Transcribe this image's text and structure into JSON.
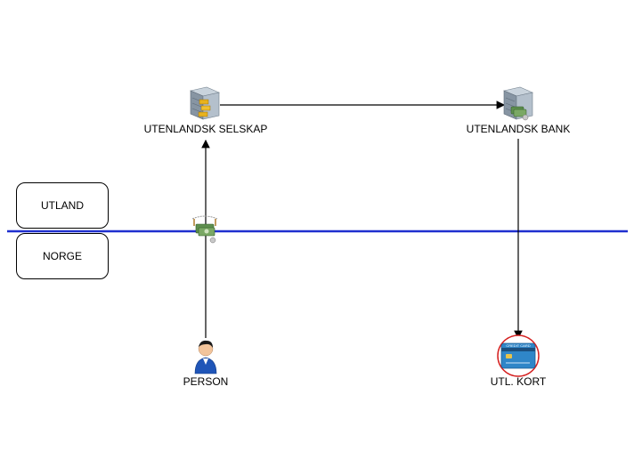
{
  "regions": {
    "top_label": "UTLAND",
    "bottom_label": "NORGE"
  },
  "nodes": {
    "foreign_company": {
      "label": "UTENLANDSK SELSKAP",
      "icon": "server-building-gold-icon"
    },
    "foreign_bank": {
      "label": "UTENLANDSK BANK",
      "icon": "bank-building-money-icon"
    },
    "person": {
      "label": "PERSON",
      "icon": "person-icon"
    },
    "foreign_card": {
      "label": "UTL. KORT",
      "icon": "credit-card-icon"
    },
    "transfer": {
      "icon": "money-transfer-icon"
    }
  },
  "colors": {
    "border_line": "#1f2fcf",
    "arrow": "#000000",
    "card_ring": "#d42020",
    "card_blue": "#2f86c8"
  },
  "card_text": "CREDIT CARD"
}
